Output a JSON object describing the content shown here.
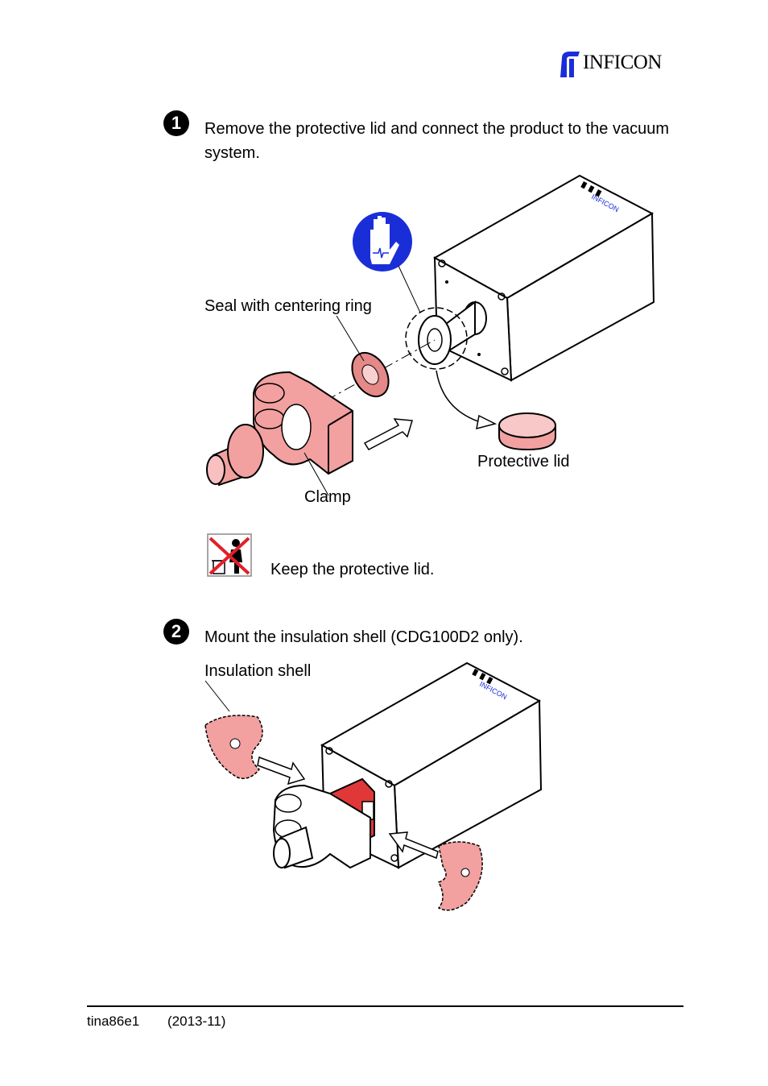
{
  "header": {
    "logo_text": "INFICON"
  },
  "step1": {
    "number": "1",
    "text": "Remove the protective lid and connect the product to the vacuum system.",
    "labels": {
      "seal": "Seal with centering ring",
      "protective_lid": "Protective lid",
      "clamp": "Clamp"
    },
    "device_brand": "INFICON"
  },
  "note": {
    "text": "Keep the protective lid."
  },
  "step2": {
    "number": "2",
    "text": "Mount the insulation shell (CDG100D2 only).",
    "labels": {
      "insulation_shell": "Insulation shell"
    },
    "device_brand": "INFICON"
  },
  "footer": {
    "doc_id": "tina86e1",
    "date": "(2013-11)"
  },
  "colors": {
    "accent_blue": "#1a2ed8",
    "part_pink": "#f2a0a0",
    "forbidden_red": "#e0202a"
  },
  "icons": [
    "inficon-logo",
    "gloves-mandatory-icon",
    "do-not-discard-icon"
  ]
}
